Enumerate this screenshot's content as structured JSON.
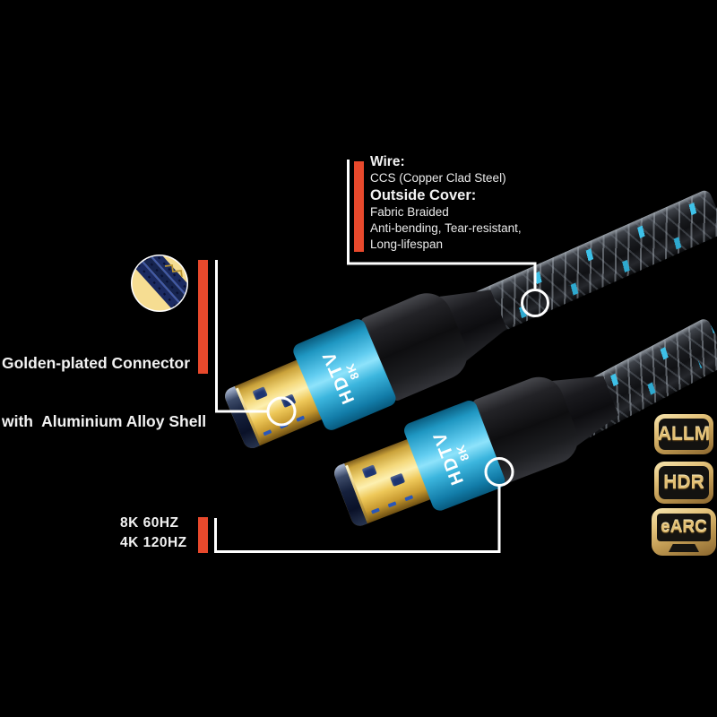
{
  "page": {
    "background": "#000000"
  },
  "colors": {
    "accent_orange": "#e8492c",
    "connector_band_blue": "#35b5dc",
    "braid_accent_cyan": "#3ec1e8",
    "connector_gold": "#eec859",
    "badge_gold": "#e3c075",
    "callout_white": "#ffffff"
  },
  "spec_callout": {
    "title1": "Wire:",
    "line1": "CCS (Copper Clad Steel)",
    "title2": "Outside Cover:",
    "line2": "Fabric Braided",
    "line3": "Anti-bending, Tear-resistant,",
    "line4": "Long-lifespan"
  },
  "connector_callout": {
    "line1": "Golden-plated Connector",
    "line2": "with  Aluminium Alloy Shell"
  },
  "resolution_callout": {
    "line1": "8K 60HZ",
    "line2": "4K 120HZ"
  },
  "badges": {
    "allm": "ALLM",
    "hdr": "HDR",
    "earc": "eARC"
  },
  "connector_label": {
    "line1": "HDTV",
    "line2": "8K"
  },
  "icons": {
    "detail_zoom": "magnified-gold-connector-pins",
    "callout_circles": "feature-target-circle"
  }
}
